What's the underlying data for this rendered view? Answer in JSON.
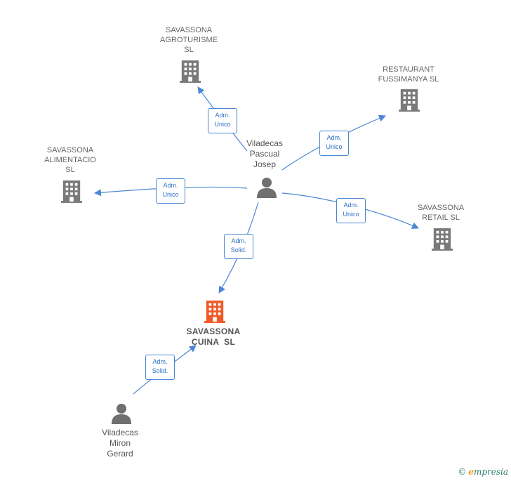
{
  "companies": [
    {
      "id": "agro",
      "name": [
        "SAVASSONA",
        "AGROTURISME",
        "SL"
      ]
    },
    {
      "id": "fuss",
      "name": [
        "RESTAURANT",
        "FUSSIMANYA SL"
      ]
    },
    {
      "id": "alim",
      "name": [
        "SAVASSONA",
        "ALIMENTACIO",
        "SL"
      ]
    },
    {
      "id": "retail",
      "name": [
        "SAVASSONA",
        "RETAIL SL"
      ]
    },
    {
      "id": "cuina",
      "name": [
        "SAVASSONA",
        "CUINA  SL"
      ],
      "highlight": true
    }
  ],
  "persons": [
    {
      "id": "josep",
      "name": [
        "Viladecas",
        "Pascual",
        "Josep"
      ]
    },
    {
      "id": "gerard",
      "name": [
        "Viladecas",
        "Miron",
        "Gerard"
      ]
    }
  ],
  "edges": [
    {
      "from": "josep",
      "to": "agro",
      "label": [
        "Adm.",
        "Unico"
      ]
    },
    {
      "from": "josep",
      "to": "fuss",
      "label": [
        "Adm.",
        "Unico"
      ]
    },
    {
      "from": "josep",
      "to": "alim",
      "label": [
        "Adm.",
        "Unico"
      ]
    },
    {
      "from": "josep",
      "to": "retail",
      "label": [
        "Adm.",
        "Unico"
      ]
    },
    {
      "from": "josep",
      "to": "cuina",
      "label": [
        "Adm.",
        "Solid."
      ]
    },
    {
      "from": "gerard",
      "to": "cuina",
      "label": [
        "Adm.",
        "Solid."
      ]
    }
  ],
  "colors": {
    "edge": "#4a86d4",
    "building": "#7a7a7a",
    "building_highlight": "#f05a28",
    "person": "#6f6f6f"
  },
  "watermark": {
    "symbol": "©",
    "initial": "e",
    "rest": "mpresia"
  }
}
